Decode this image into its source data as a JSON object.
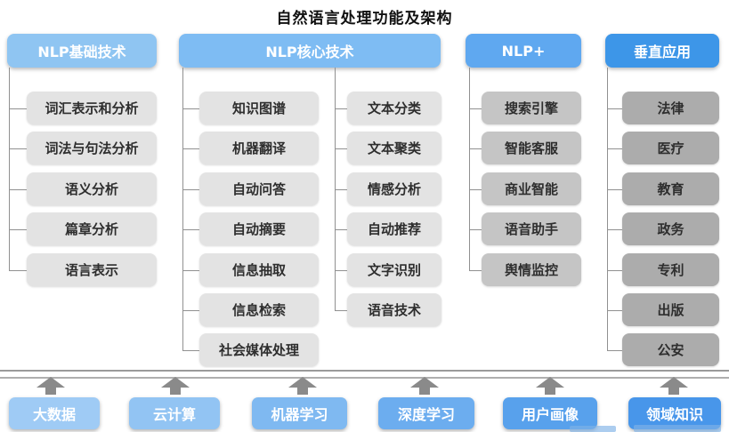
{
  "title": "自然语言处理功能及架构",
  "columns": [
    {
      "header": "NLP基础技术",
      "items": [
        "词汇表示和分析",
        "词法与句法分析",
        "语义分析",
        "篇章分析",
        "语言表示"
      ]
    },
    {
      "header": "NLP核心技术",
      "groups": [
        [
          "知识图谱",
          "机器翻译",
          "自动问答",
          "自动摘要",
          "信息抽取",
          "信息检索",
          "社会媒体处理"
        ],
        [
          "文本分类",
          "文本聚类",
          "情感分析",
          "自动推荐",
          "文字识别",
          "语音技术"
        ]
      ]
    },
    {
      "header": "NLP+",
      "items": [
        "搜索引擎",
        "智能客服",
        "商业智能",
        "语音助手",
        "舆情监控"
      ]
    },
    {
      "header": "垂直应用",
      "items": [
        "法律",
        "医疗",
        "教育",
        "政务",
        "专利",
        "出版",
        "公安"
      ]
    }
  ],
  "foundation": [
    "大数据",
    "云计算",
    "机器学习",
    "深度学习",
    "用户画像",
    "领域知识"
  ],
  "colors": {
    "header_basic": "#8FC5F2",
    "header_core": "#7EBCF3",
    "header_nlp_plus": "#5FA8F0",
    "header_vertical": "#3D96E8",
    "item_light_gray": "#E3E3E3",
    "item_medium_gray": "#C5C5C5",
    "item_dark_gray": "#ACACAC",
    "foundation_boxes": [
      "#9FCBF5",
      "#92C4F3",
      "#7FB9F1",
      "#6CADEF",
      "#58A1EC",
      "#4896EA"
    ],
    "connector_line": "#909090",
    "arrow": "#8A8A8A"
  }
}
